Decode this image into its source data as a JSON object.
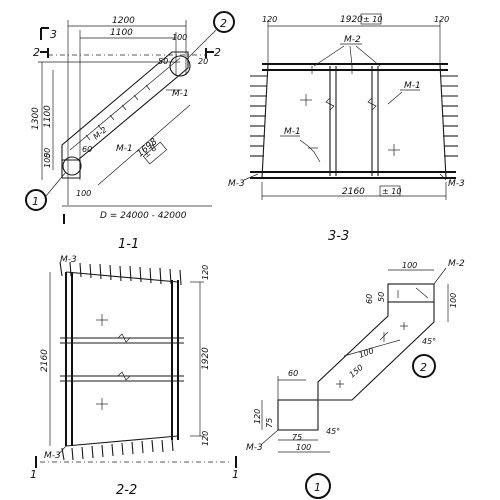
{
  "drawing": {
    "views": {
      "v11": {
        "title": "1-1"
      },
      "v33": {
        "title": "3-3"
      },
      "v22": {
        "title": "2-2"
      }
    },
    "marks": {
      "c1": "1",
      "c2": "2",
      "n3": "3",
      "n2": "2"
    },
    "v11": {
      "d1200": "1200",
      "d1100": "1100",
      "d100a": "100",
      "d50": "50",
      "d20": "20",
      "v1300": "1300",
      "v1100": "1100",
      "v100": "100",
      "v50": "50",
      "dia": "D = 24000 - 42000",
      "m1a": "M-1",
      "m1b": "M-1",
      "m2": "M-2",
      "d1698": "1698",
      "tol": "± 8",
      "d100b": "100",
      "d60": "60",
      "d100c": "100"
    },
    "v33": {
      "top": "1920",
      "tol1": "± 10",
      "bot": "2160",
      "tol2": "± 10",
      "d120a": "120",
      "d120b": "120",
      "m2": "M-2",
      "m1r": "M-1",
      "m1l": "M-1",
      "m3l": "M-3",
      "m3r": "M-3"
    },
    "v22": {
      "m3t": "M-3",
      "m3b": "M-3",
      "d120a": "120",
      "d120b": "120",
      "h2160": "2160",
      "h1920": "1920"
    },
    "d1": {
      "d100t": "100",
      "m2": "M-2",
      "d60a": "60",
      "d50": "50",
      "d100r": "100",
      "d45a": "45°",
      "d100d": "100",
      "d150": "150",
      "d60b": "60",
      "d120": "120",
      "d75a": "75",
      "d75b": "75",
      "d100b": "100",
      "d45b": "45°",
      "m3": "M-3"
    }
  }
}
